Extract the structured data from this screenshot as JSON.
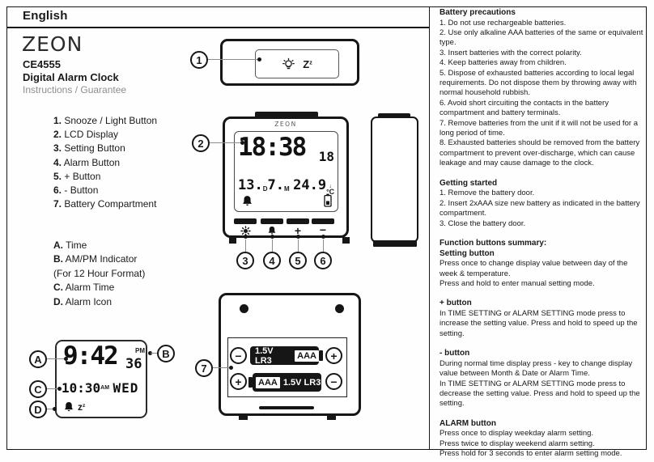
{
  "header": {
    "language": "English"
  },
  "brand": {
    "logo": "ZEON",
    "model": "CE4555",
    "product": "Digital Alarm Clock",
    "subtitle": "Instructions / Guarantee"
  },
  "parts": [
    {
      "num": "1.",
      "label": "Snooze / Light Button"
    },
    {
      "num": "2.",
      "label": "LCD Display"
    },
    {
      "num": "3.",
      "label": "Setting Button"
    },
    {
      "num": "4.",
      "label": "Alarm Button"
    },
    {
      "num": "5.",
      "label": "+ Button"
    },
    {
      "num": "6.",
      "label": "- Button"
    },
    {
      "num": "7.",
      "label": "Battery Compartment"
    }
  ],
  "legend": [
    {
      "key": "A.",
      "label": "Time"
    },
    {
      "key": "B.",
      "label": "AM/PM Indicator"
    },
    {
      "key": "",
      "label": "(For 12 Hour Format)"
    },
    {
      "key": "C.",
      "label": "Alarm Time"
    },
    {
      "key": "D.",
      "label": "Alarm Icon"
    }
  ],
  "callouts": {
    "c1": "1",
    "c2": "2",
    "c3": "3",
    "c4": "4",
    "c5": "5",
    "c6": "6",
    "c7": "7",
    "a": "A",
    "b": "B",
    "c": "C",
    "d": "D"
  },
  "icons": {
    "snooze_light": "bulb",
    "setting": "gear",
    "alarm": "bell",
    "battery_level": "battery",
    "temp_trend": "↓"
  },
  "top_view": {
    "snooze_main": "Z",
    "snooze_sup": "z"
  },
  "front_view": {
    "logo": "ZEON",
    "lcd": {
      "time": "18:38",
      "seconds": "18",
      "day": "13.",
      "day_sub": "D",
      "month": "7.",
      "month_sub": "M",
      "temp": "24.9",
      "temp_indicator": "↓",
      "temp_unit": "°C"
    },
    "button_plus": "+",
    "button_minus": "−"
  },
  "back_view": {
    "battery1": {
      "label": "1.5V LR3",
      "size": "AAA"
    },
    "battery2": {
      "size": "AAA",
      "label": "1.5V LR3"
    },
    "polarity": {
      "plus": "+",
      "minus": "−"
    }
  },
  "lcd_detail": {
    "time": "9:42",
    "ampm": "PM",
    "seconds": "36",
    "alarm_time": "10:30",
    "alarm_ampm": "AM",
    "weekday": "WED",
    "snooze_main": "z",
    "snooze_sup": "z"
  },
  "manual": {
    "battery_precautions": {
      "title": "Battery precautions",
      "items": [
        "1. Do not use rechargeable batteries.",
        "2. Use only alkaline AAA batteries of the same or equivalent type.",
        "3. Insert batteries with the correct polarity.",
        "4. Keep batteries away from children.",
        "5. Dispose of exhausted batteries according to local legal requirements. Do not dispose them by throwing away with normal household rubbish.",
        "6. Avoid short circuiting the contacts in the battery compartment and battery terminals.",
        "7. Remove batteries from the unit if it will not be used for a long period of time.",
        "8. Exhausted batteries should be removed from the battery compartment to prevent over-discharge, which can cause leakage and may cause damage to the clock."
      ]
    },
    "getting_started": {
      "title": "Getting started",
      "items": [
        "1. Remove the battery door.",
        "2. Insert 2xAAA size new battery as indicated in the battery compartment.",
        "3. Close the battery door."
      ]
    },
    "function_summary": {
      "title": "Function buttons summary:",
      "sections": [
        {
          "title": "Setting button",
          "lines": [
            "Press once to change display value between day of the week & temperature.",
            "Press and hold to enter manual setting mode."
          ]
        },
        {
          "title": "+  button",
          "lines": [
            "In TIME SETTING or ALARM SETTING mode press to increase the setting value. Press and hold to speed up the setting."
          ]
        },
        {
          "title": "- button",
          "lines": [
            "During normal time display press - key to change display value between Month & Date or Alarm Time.",
            "In TIME SETTING or ALARM SETTING mode press to decrease the setting value. Press and hold to speed up the setting."
          ]
        },
        {
          "title": "ALARM button",
          "lines": [
            "Press once to display weekday alarm setting.",
            "Press twice to display weekend alarm setting.",
            "Press hold for 3 seconds to enter alarm setting mode."
          ]
        }
      ]
    }
  },
  "colors": {
    "ink": "#161616",
    "muted": "#8e8e8e",
    "leader": "#8c8c8c"
  }
}
